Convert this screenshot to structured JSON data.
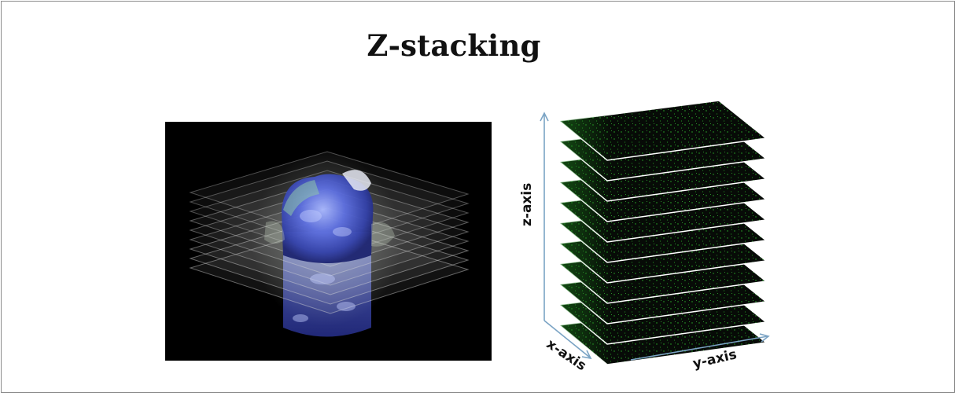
{
  "slide": {
    "title": "Z-stacking"
  },
  "stack_diagram": {
    "z_axis_label": "z-axis",
    "x_axis_label": "x-axis",
    "y_axis_label": "y-axis"
  },
  "colors": {
    "slice_green": "#22aa22",
    "slice_dark": "#070b07",
    "cell_blue": "#4a5fd0",
    "axis_arrow": "#7aa3c4"
  }
}
